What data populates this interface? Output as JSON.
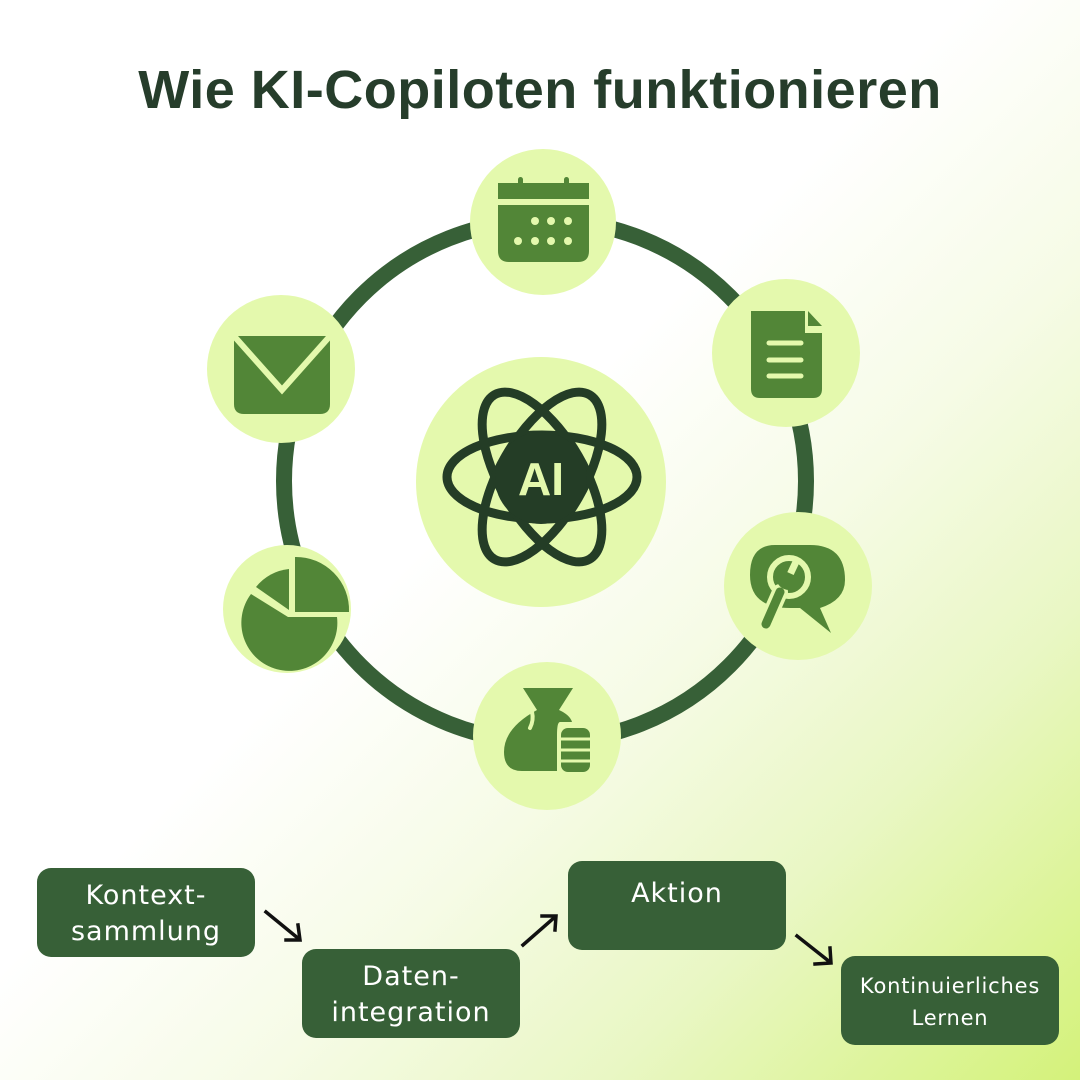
{
  "title": "Wie KI-Copiloten funktionieren",
  "colors": {
    "dark_green": "#376037",
    "title_green": "#263d2b",
    "icon_green": "#528637",
    "circle_fill": "#e4f9ad",
    "ai_core": "#243d26",
    "background_start": "#ffffff",
    "background_end": "#d4f27a"
  },
  "hub": {
    "icon": "ai-atom-icon",
    "label": "AI"
  },
  "satellites": [
    {
      "position": "top",
      "icon": "calendar-icon"
    },
    {
      "position": "upper-right",
      "icon": "document-icon"
    },
    {
      "position": "lower-right",
      "icon": "wrench-chat-icon"
    },
    {
      "position": "bottom",
      "icon": "money-bag-coins-icon"
    },
    {
      "position": "lower-left",
      "icon": "pie-chart-icon"
    },
    {
      "position": "upper-left",
      "icon": "mail-icon"
    }
  ],
  "process_steps": [
    {
      "lines": [
        "Kontext-",
        "sammlung"
      ]
    },
    {
      "lines": [
        "Daten-",
        "integration"
      ]
    },
    {
      "lines": [
        "Aktion"
      ]
    },
    {
      "lines": [
        "Kontinuierliches",
        "Lernen"
      ]
    }
  ],
  "arrows": [
    {
      "from": "Kontext-sammlung",
      "to": "Daten-integration",
      "direction": "down-right"
    },
    {
      "from": "Daten-integration",
      "to": "Aktion",
      "direction": "up-right"
    },
    {
      "from": "Aktion",
      "to": "Kontinuierliches Lernen",
      "direction": "down-right"
    }
  ]
}
